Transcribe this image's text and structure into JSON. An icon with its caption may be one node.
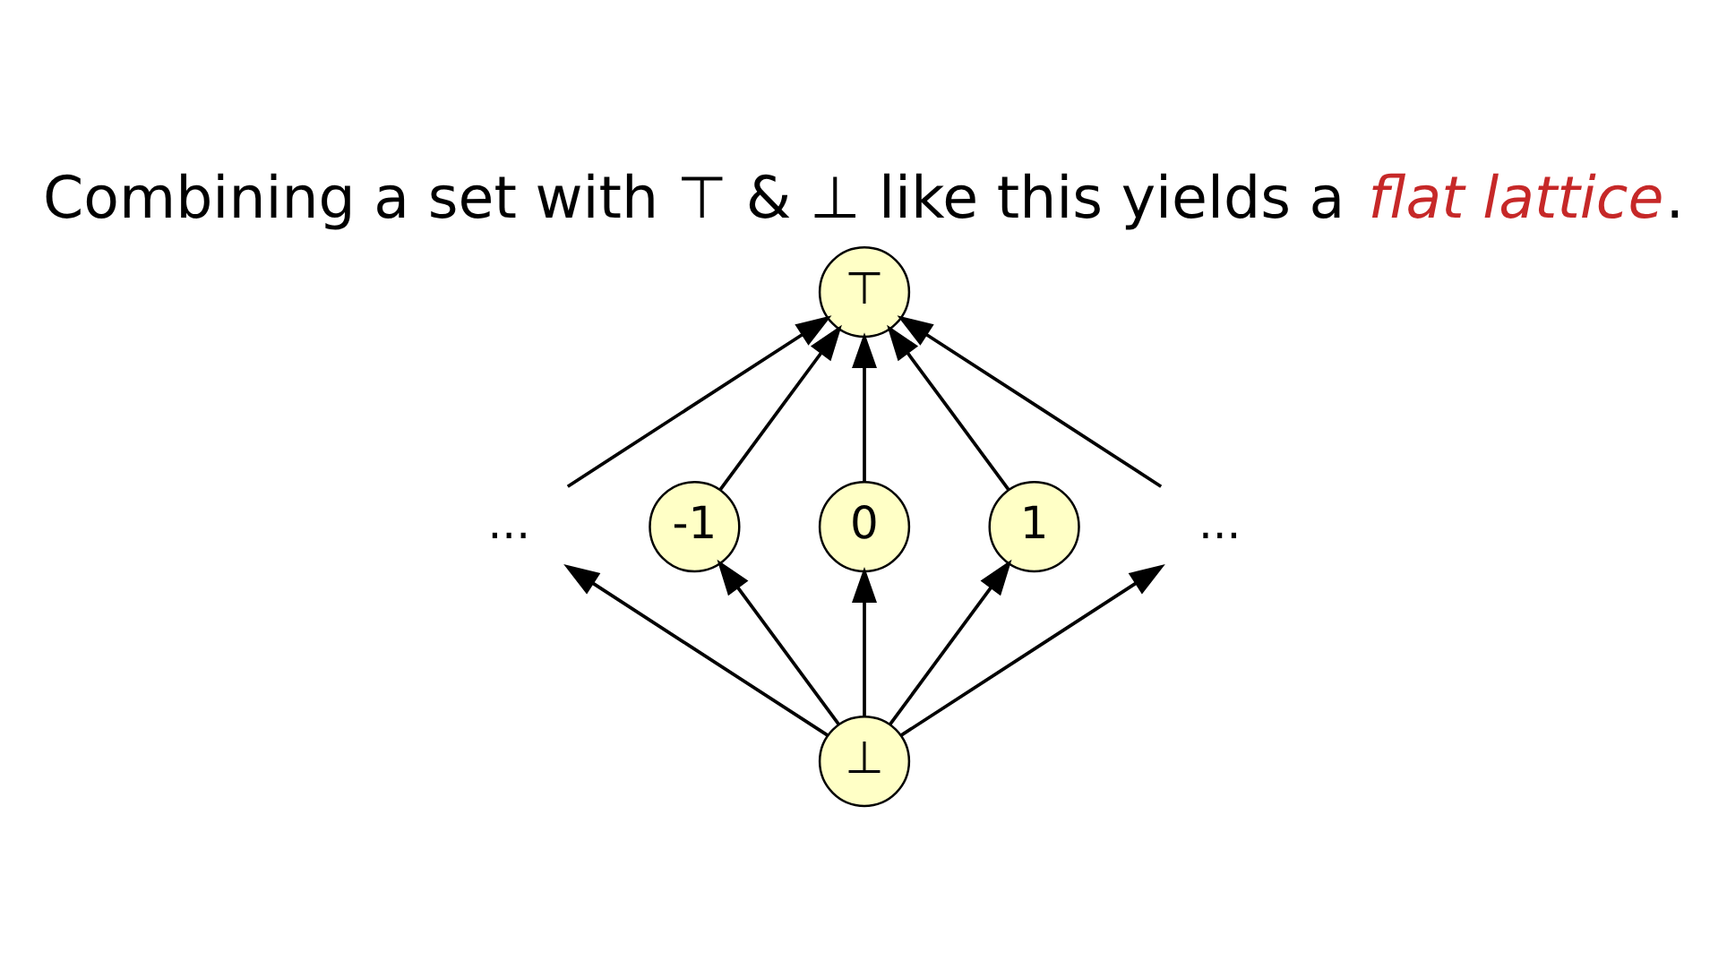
{
  "diagram": {
    "title": "Combining a set with ⊤ & ⊥ like this yields a *flat lattice*.",
    "nodes": [
      {
        "text": [
          "⊤"
        ]
      },
      {
        "text": [
          "..."
        ]
      },
      {
        "text": [
          "-1"
        ]
      },
      {
        "text": [
          "0"
        ]
      },
      {
        "text": [
          "1"
        ]
      },
      {
        "text": [
          "..."
        ]
      },
      {
        "text": [
          "⊥"
        ]
      }
    ],
    "edges": [
      {
        "from": 1,
        "to": 0,
        "arrow": "to"
      },
      {
        "from": 2,
        "to": 0,
        "arrow": "to"
      },
      {
        "from": 3,
        "to": 0,
        "arrow": "to"
      },
      {
        "from": 4,
        "to": 0,
        "arrow": "to"
      },
      {
        "from": 5,
        "to": 0,
        "arrow": "to"
      },
      {
        "from": 6,
        "to": 1,
        "arrow": "to"
      },
      {
        "from": 6,
        "to": 2,
        "arrow": "to"
      },
      {
        "from": 6,
        "to": 3,
        "arrow": "to"
      },
      {
        "from": 6,
        "to": 4,
        "arrow": "to"
      },
      {
        "from": 6,
        "to": 5,
        "arrow": "to"
      }
    ]
  }
}
